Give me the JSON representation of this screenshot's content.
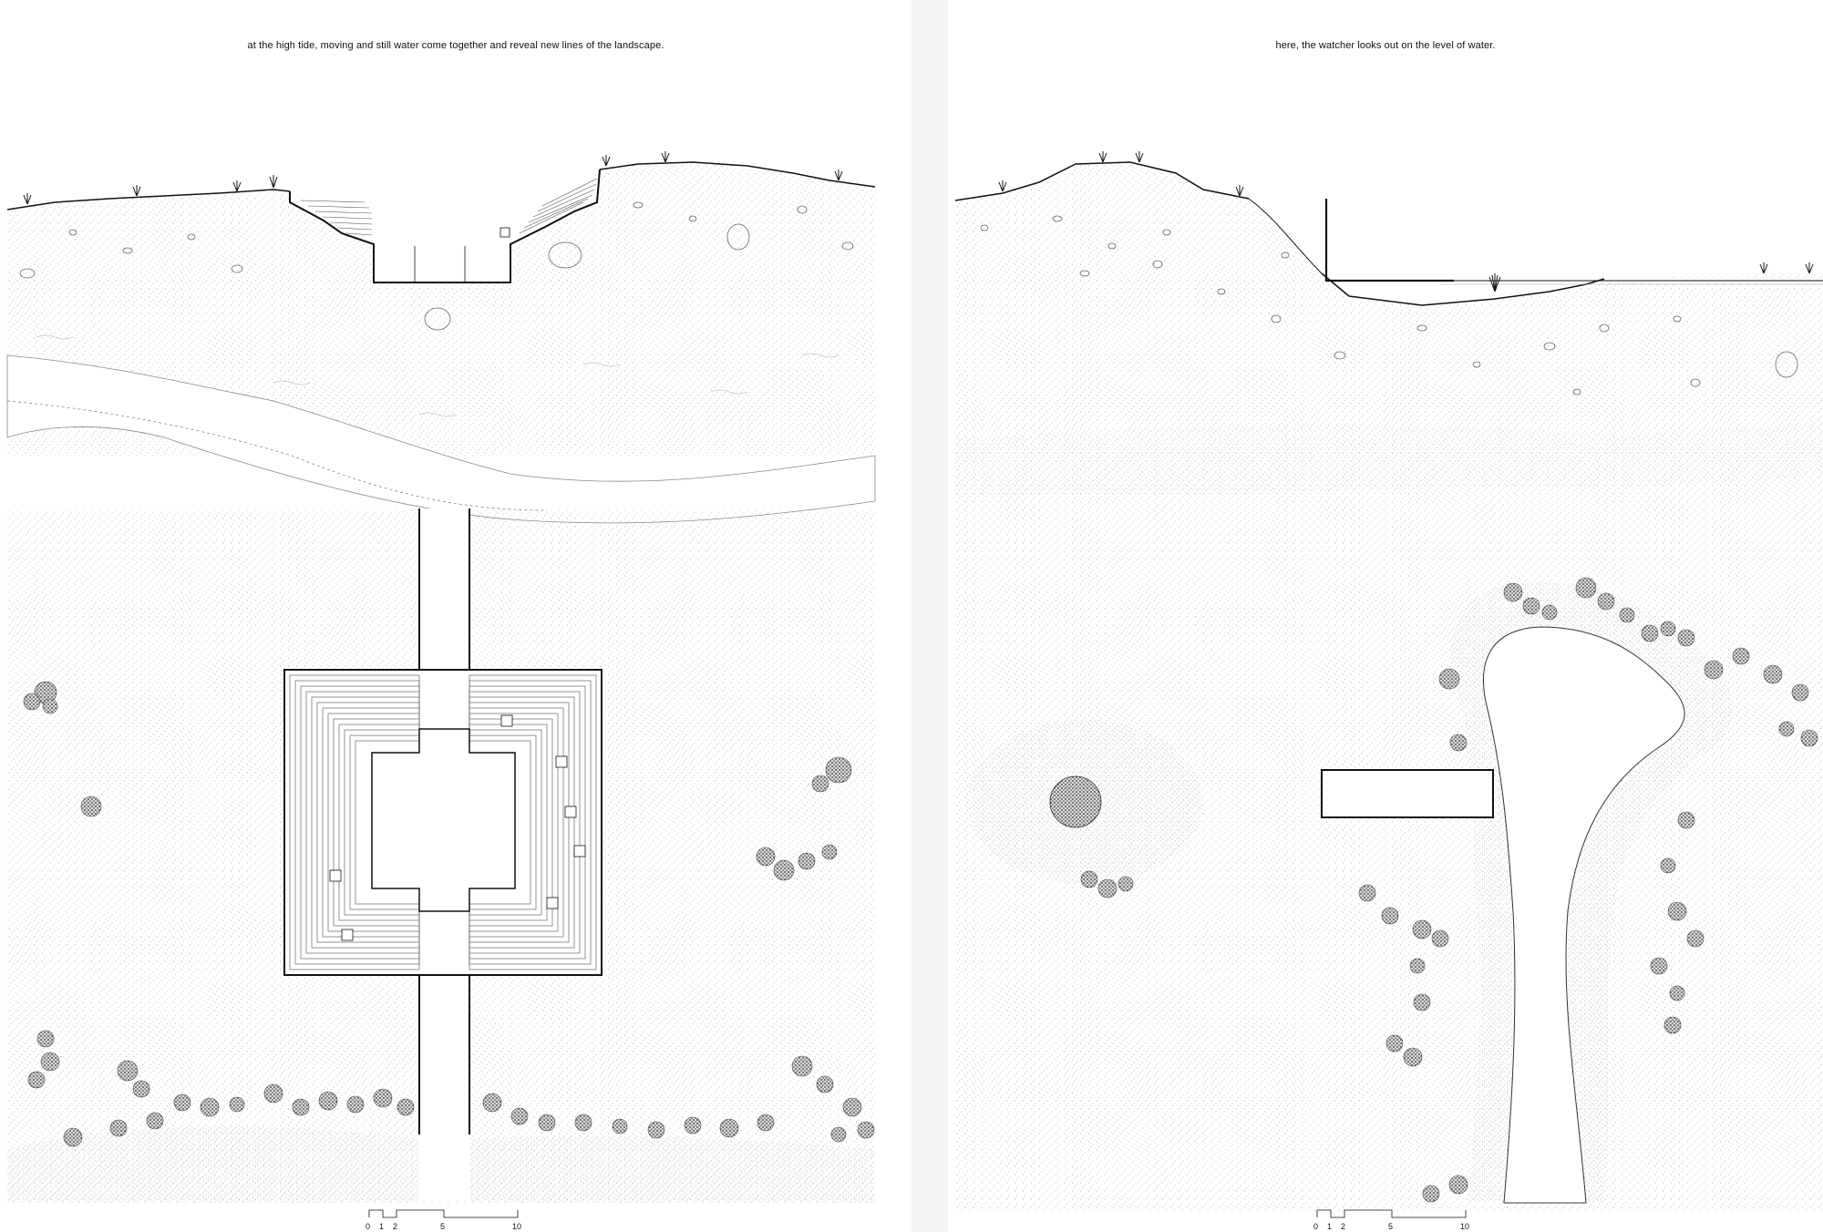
{
  "left_sheet": {
    "caption": "at the high tide, moving and still water come together and reveal new lines of the landscape.",
    "scale_bar": {
      "ticks": [
        "0",
        "1",
        "2",
        "5",
        "10"
      ]
    }
  },
  "right_sheet": {
    "caption": "here, the watcher looks out on the level of water.",
    "scale_bar": {
      "ticks": [
        "0",
        "1",
        "2",
        "5",
        "10"
      ]
    }
  },
  "colors": {
    "ink": "#111111",
    "stipple": "#bdbdbd",
    "paper": "#ffffff",
    "shrub": "#3a3a3a"
  }
}
